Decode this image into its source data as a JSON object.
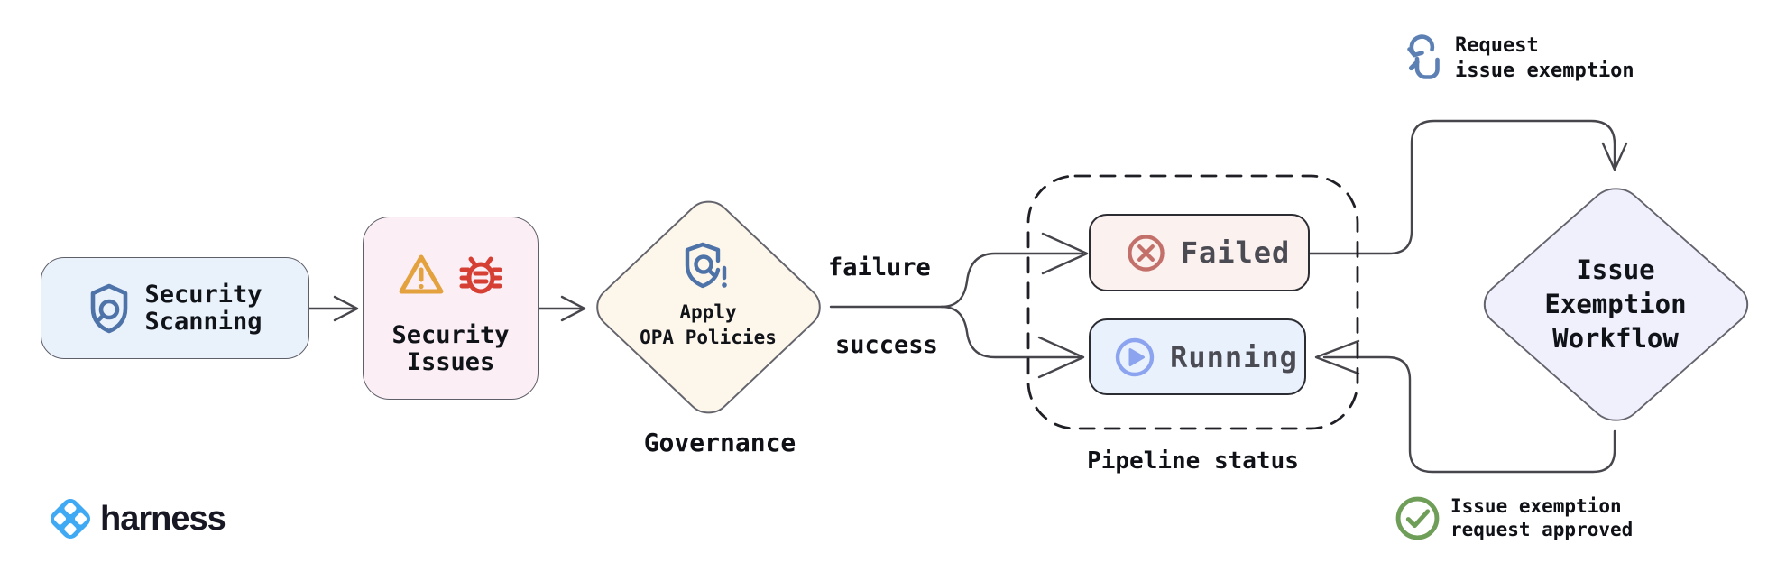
{
  "nodes": {
    "security_scanning": {
      "line1": "Security",
      "line2": "Scanning",
      "icon": "shield-search-icon"
    },
    "security_issues": {
      "line1": "Security",
      "line2": "Issues",
      "icons": [
        "warning-triangle-icon",
        "bug-icon"
      ]
    },
    "apply_opa_policies": {
      "line1": "Apply",
      "line2": "OPA Policies",
      "icon": "policy-shield-alert-icon",
      "caption": "Governance"
    },
    "failed": {
      "label": "Failed",
      "icon": "x-circle-icon"
    },
    "running": {
      "label": "Running",
      "icon": "play-circle-icon"
    },
    "issue_exemption_workflow": {
      "line1": "Issue",
      "line2": "Exemption",
      "line3": "Workflow"
    }
  },
  "edge_labels": {
    "failure": "failure",
    "success": "success"
  },
  "containers": {
    "pipeline_status": {
      "caption": "Pipeline status"
    }
  },
  "annotations": {
    "request_issue_exemption": {
      "line1": "Request",
      "line2": "issue exemption",
      "icon": "tap-request-icon"
    },
    "issue_exemption_approved": {
      "line1": "Issue exemption",
      "line2": "request approved",
      "icon": "check-circle-icon"
    }
  },
  "brand": {
    "wordmark": "harness",
    "icon": "harness-logo-icon"
  },
  "colors": {
    "connector": "#46464c",
    "icon_blue": "#4d73a8",
    "warning_orange": "#e3a23e",
    "bug_red": "#d63f33",
    "failed_salmon": "#c4706a",
    "running_periwinkle": "#8ca4ef",
    "approved_green": "#6f9e58",
    "brand_blue": "#3fa9f3",
    "fill_light_blue": "#e9f1fb",
    "fill_light_pink": "#fbeff5",
    "fill_cream": "#fdf6ea",
    "fill_failed": "#fbf1ef",
    "fill_lavender": "#f0effc"
  }
}
